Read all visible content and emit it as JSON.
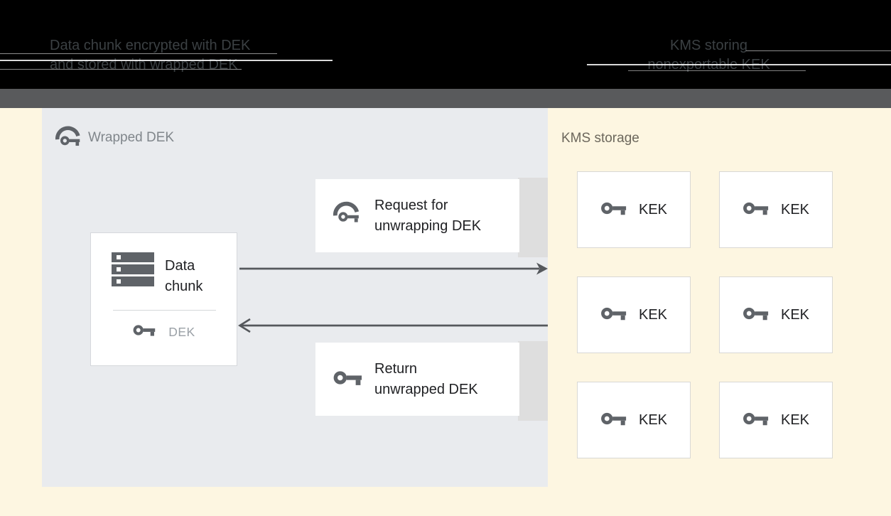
{
  "header": {
    "left_caption_line1": "Data chunk encrypted with DEK",
    "left_caption_line2": "and stored with wrapped DEK",
    "right_caption_line1": "KMS storing",
    "right_caption_line2": "nonexportable KEK"
  },
  "diagram": {
    "wrapped_dek_label": "Wrapped DEK",
    "data_chunk": {
      "title": "Data chunk",
      "key_label": "DEK"
    },
    "request_box": {
      "label": "Request for unwrapping DEK"
    },
    "return_box": {
      "label": "Return unwrapped DEK"
    },
    "kms": {
      "label": "KMS storage",
      "keks": [
        "KEK",
        "KEK",
        "KEK",
        "KEK",
        "KEK",
        "KEK"
      ]
    }
  },
  "icons": {
    "wrapped_key": "wrapped-key-icon",
    "key": "key-icon",
    "data_stack": "data-stack-icon",
    "arrow_right": "arrow-right",
    "arrow_left": "arrow-left"
  },
  "colors": {
    "header_bg": "#000000",
    "header_text": "#3b4043",
    "toolbar_band": "#595a5c",
    "canvas_bg": "#fdf6e1",
    "panel_bg": "#e9ebee",
    "shadow_strip": "#dedede",
    "card_bg": "#ffffff",
    "card_border": "#dadce0",
    "icon_gray": "#5f6368",
    "text_dark": "#202124",
    "text_muted": "#80868b",
    "dek_text": "#9aa0a6",
    "kms_label": "#6c675c",
    "arrow": "#55585c"
  }
}
